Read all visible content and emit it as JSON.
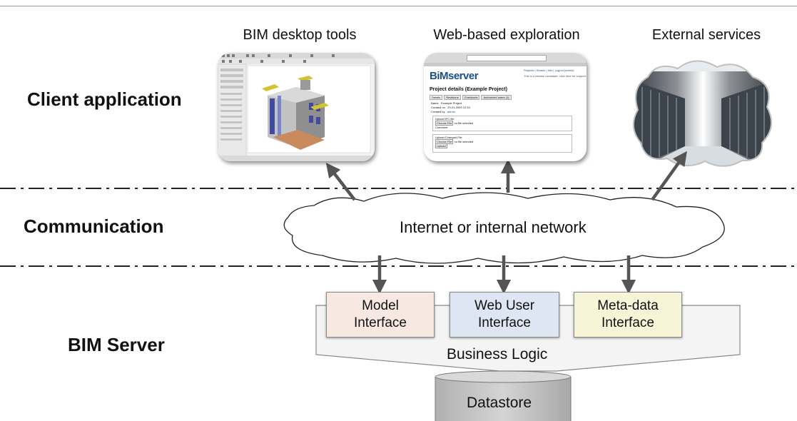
{
  "layers": {
    "client": "Client application",
    "communication": "Communication",
    "server": "BIM Server"
  },
  "columns": {
    "desktop": "BIM desktop tools",
    "web": "Web-based exploration",
    "external": "External services"
  },
  "network": "Internet or internal network",
  "interfaces": {
    "model": [
      "Model",
      "Interface"
    ],
    "web": [
      "Web User",
      "Interface"
    ],
    "meta": [
      "Meta-data",
      "Interface"
    ]
  },
  "business_logic": "Business Logic",
  "datastore": "Datastore",
  "web_thumbnail": {
    "logo": "BiMserver",
    "page_title": "Project details (Example Project)",
    "tabs": [
      "Details",
      "Revisions",
      "Checkouts",
      "Authorized users (1)"
    ],
    "name_label": "Name",
    "name_value": "Example Project",
    "created_on_label": "Created on",
    "created_on_value": "29-01-2009 12:33",
    "created_by_label": "Created by",
    "created_by_value": "admin",
    "upload_title": "Upload IFC file",
    "upload_changed_title": "Upload Changed File",
    "choose_file": "Choose File",
    "no_file": "no file selected",
    "comment_label": "Comment",
    "upload_button": "Upload",
    "header_links": "Projects | Search | Info | Logout (admin)",
    "release_note": "This is a release candidate, click here for support"
  },
  "colors": {
    "model_interface": "#f7e9e1",
    "web_interface": "#dde6f2",
    "meta_interface": "#f6f5d8",
    "logic_fill": "#f4f4f4",
    "datastore_fill": "#c6c6c6",
    "arrow": "#555555"
  }
}
